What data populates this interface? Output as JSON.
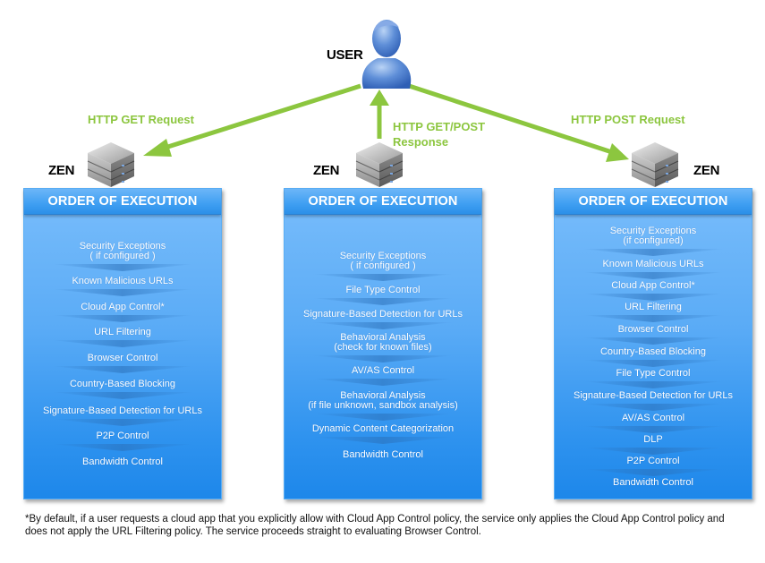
{
  "user": {
    "label": "USER",
    "icon": "user-icon"
  },
  "arrows": {
    "left": {
      "label": "HTTP GET Request"
    },
    "center": {
      "label_line1": "HTTP GET/POST",
      "label_line2": "Response"
    },
    "right": {
      "label": "HTTP POST Request"
    }
  },
  "colors": {
    "arrow": "#8cc63f",
    "panel": "#4aa3f3",
    "panel_header": "#2b8fe8"
  },
  "panels": [
    {
      "zen_label": "ZEN",
      "title": "ORDER OF EXECUTION",
      "steps": [
        {
          "line1": "Security Exceptions",
          "line2": "( if configured )"
        },
        {
          "line1": "Known Malicious URLs"
        },
        {
          "line1": "Cloud App Control*"
        },
        {
          "line1": "URL Filtering"
        },
        {
          "line1": "Browser Control"
        },
        {
          "line1": "Country-Based Blocking"
        },
        {
          "line1": "Signature-Based Detection for URLs"
        },
        {
          "line1": "P2P Control"
        },
        {
          "line1": "Bandwidth Control"
        }
      ]
    },
    {
      "zen_label": "ZEN",
      "title": "ORDER OF EXECUTION",
      "steps": [
        {
          "line1": "Security Exceptions",
          "line2": "( if configured )"
        },
        {
          "line1": "File Type Control"
        },
        {
          "line1": "Signature-Based Detection for URLs"
        },
        {
          "line1": "Behavioral Analysis",
          "line2": "(check for known files)"
        },
        {
          "line1": "AV/AS Control"
        },
        {
          "line1": "Behavioral Analysis",
          "line2": "(if file unknown, sandbox analysis)"
        },
        {
          "line1": "Dynamic Content Categorization"
        },
        {
          "line1": "Bandwidth Control"
        }
      ]
    },
    {
      "zen_label": "ZEN",
      "title": "ORDER OF EXECUTION",
      "steps": [
        {
          "line1": "Security Exceptions",
          "line2": "(if configured)"
        },
        {
          "line1": "Known Malicious URLs"
        },
        {
          "line1": "Cloud App Control*"
        },
        {
          "line1": "URL Filtering"
        },
        {
          "line1": "Browser Control"
        },
        {
          "line1": "Country-Based Blocking"
        },
        {
          "line1": "File Type Control"
        },
        {
          "line1": "Signature-Based Detection for URLs"
        },
        {
          "line1": "AV/AS Control"
        },
        {
          "line1": "DLP"
        },
        {
          "line1": "P2P Control"
        },
        {
          "line1": "Bandwidth Control"
        }
      ]
    }
  ],
  "footnote": "*By default, if a user requests a cloud app that you explicitly allow with Cloud App Control policy, the service only applies the Cloud App Control policy and does not apply the URL Filtering policy. The service proceeds straight to evaluating Browser Control."
}
